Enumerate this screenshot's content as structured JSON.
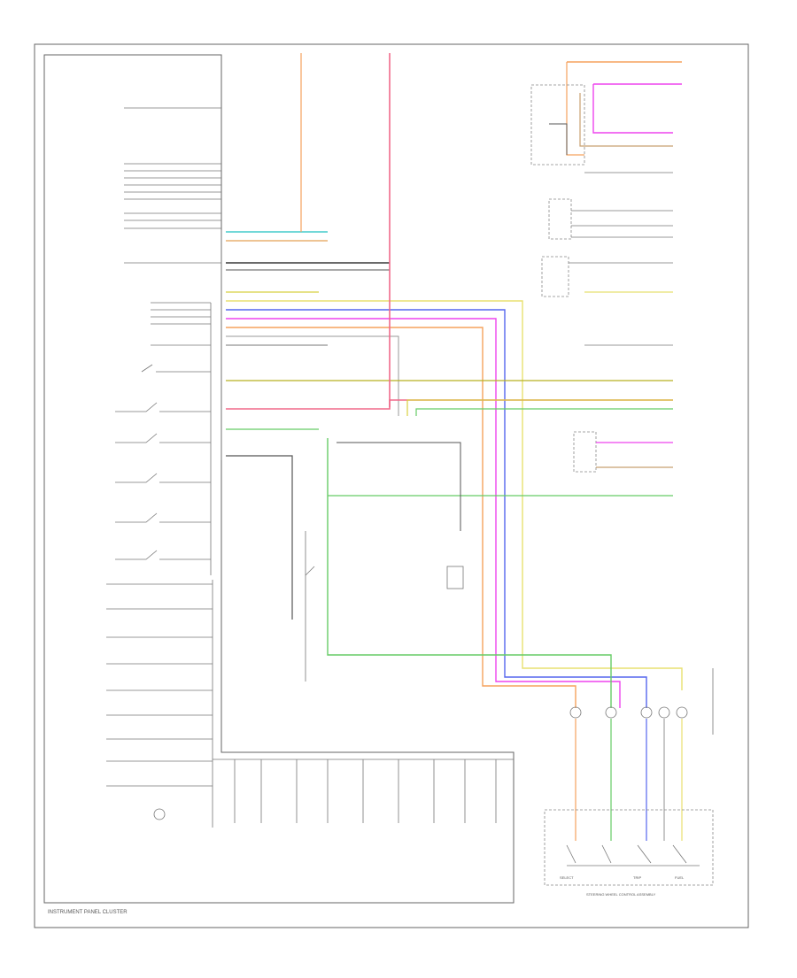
{
  "diagram": {
    "title": "INSTRUMENT PANEL CLUSTER",
    "footer_id": "",
    "connector_label_cluster": "",
    "connector_label_steering": "",
    "assembly_label_steering": "STEERING WHEEL CONTROL ASSEMBLY",
    "switch_labels": {
      "select": "SELECT",
      "trip": "TRIP",
      "fuel": "FUEL"
    },
    "colors": {
      "orange": "#f5a25d",
      "pink": "#f06a8a",
      "magenta": "#ee44ee",
      "blue": "#5566ee",
      "green": "#66cc66",
      "yellow": "#e8e070",
      "cyan": "#44cccc",
      "tan": "#c8a070",
      "wire_black": "#555555"
    }
  }
}
